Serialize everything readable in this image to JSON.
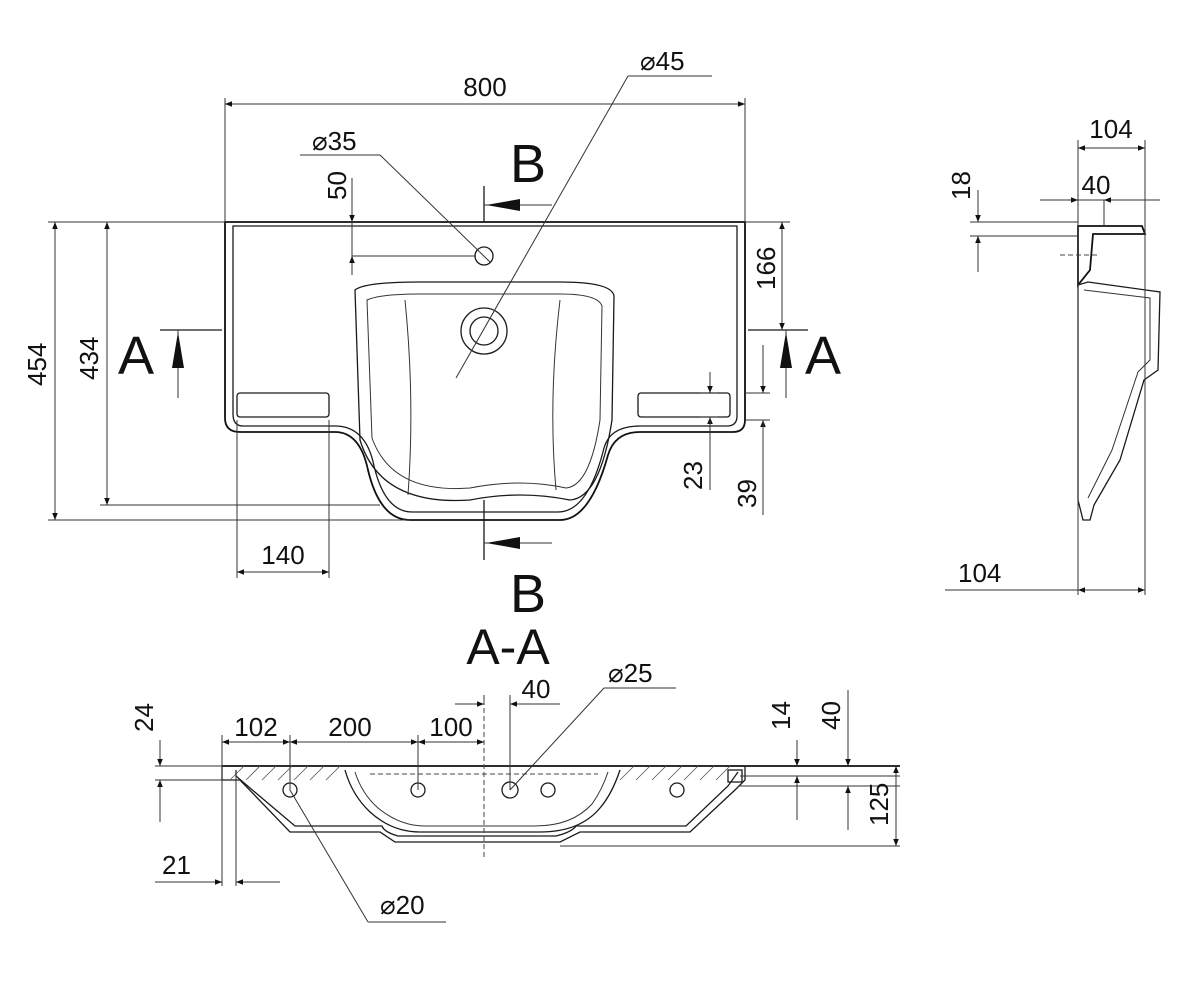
{
  "dimensions": {
    "top_view": {
      "width": "800",
      "tap_hole_diameter": "45",
      "overflow_diameter": "35",
      "overflow_offset": "50",
      "total_depth": "454",
      "body_depth": "434",
      "drain_offset": "166",
      "shelf_width": "140",
      "shelf_depth": "23",
      "shelf_offset": "39"
    },
    "side_view": {
      "top_width": "104",
      "rim_width": "40",
      "rim_thickness": "18",
      "bottom_width": "104"
    },
    "section_aa": {
      "rim_thickness": "24",
      "edge_offset": "102",
      "spacing_a": "200",
      "spacing_b": "100",
      "spacing_c": "40",
      "hole_diameter_top": "25",
      "depth_a": "14",
      "depth_b": "40",
      "total_height": "125",
      "wall_offset": "21",
      "hole_diameter_bottom": "20"
    }
  },
  "labels": {
    "section_a": "A",
    "section_b": "B",
    "section_title": "A-A",
    "diameter_symbol": "⌀"
  }
}
